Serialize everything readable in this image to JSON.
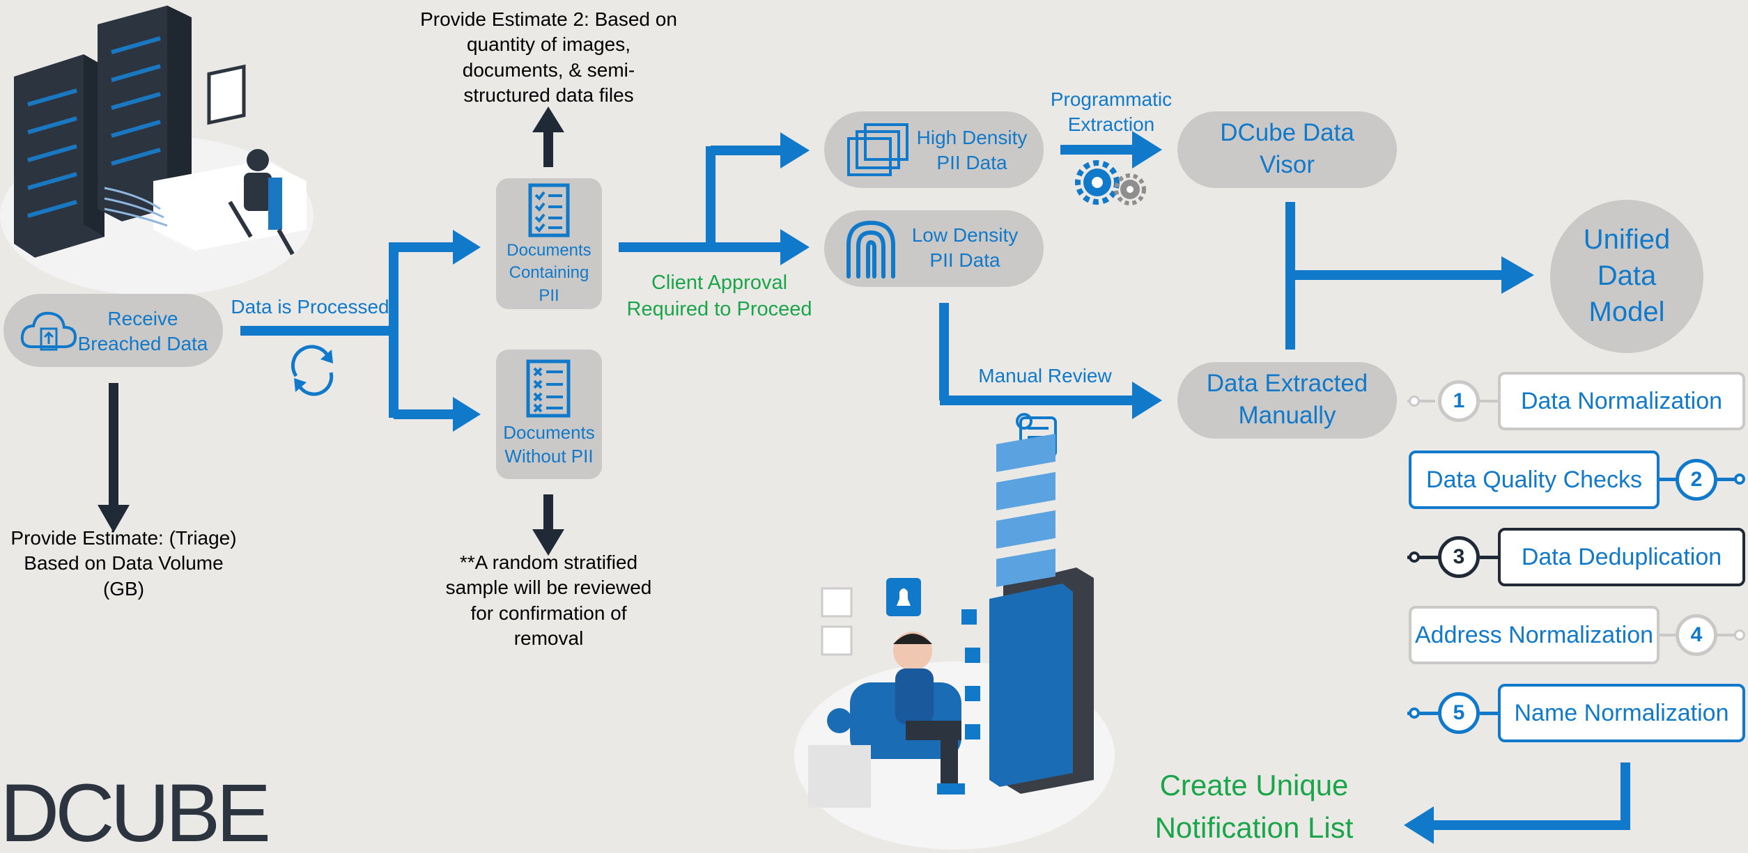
{
  "colors": {
    "accent": "#1179c9",
    "dark": "#1f2a36",
    "green": "#1aa54a",
    "pill": "#cbc9c7",
    "background": "#ebe9e6"
  },
  "nodes": {
    "receive": "Receive\nBreached Data",
    "docs_pii": "Documents\nContaining\nPII",
    "docs_no_pii": "Documents\nWithout PII",
    "high_density": "High Density\nPII Data",
    "low_density": "Low Density\nPII Data",
    "visor": "DCube Data\nVisor",
    "manual": "Data Extracted\nManually",
    "unified": "Unified\nData\nModel"
  },
  "labels": {
    "processed": "Data is Processed",
    "approval": "Client Approval\nRequired to Proceed",
    "programmatic": "Programmatic\nExtraction",
    "manual_review": "Manual Review",
    "estimate2": "Provide Estimate 2: Based on\nquantity of images,\ndocuments, & semi-\nstructured data files",
    "estimate_triage": "Provide Estimate: (Triage)\nBased on Data Volume\n(GB)",
    "sample": "**A random stratified\nsample will be reviewed\nfor confirmation of\nremoval",
    "notification": "Create Unique\nNotification List"
  },
  "steps": [
    {
      "num": "1",
      "label": "Data Normalization"
    },
    {
      "num": "2",
      "label": "Data Quality Checks"
    },
    {
      "num": "3",
      "label": "Data Deduplication"
    },
    {
      "num": "4",
      "label": "Address Normalization"
    },
    {
      "num": "5",
      "label": "Name Normalization"
    }
  ],
  "logo": "DCUBE",
  "icons": [
    "server-illustration",
    "cloud-upload-icon",
    "refresh-cycle-icon",
    "checklist-icon",
    "x-list-icon",
    "documents-stack-icon",
    "fingerprint-icon",
    "gears-icon",
    "scroll-icon",
    "notification-illustration"
  ]
}
